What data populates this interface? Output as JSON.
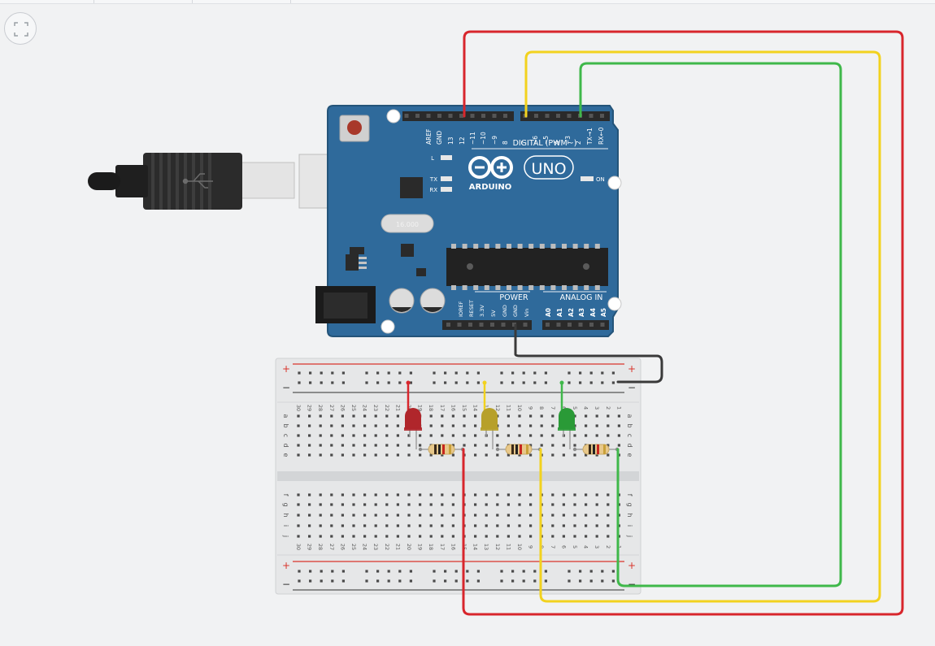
{
  "ui": {
    "fit_view_icon": "fullscreen-icon"
  },
  "board": {
    "brand": "ARDUINO",
    "model": "UNO",
    "crystal_text": "16.000",
    "digital_label": "DIGITAL (PWM~)",
    "power_label": "POWER",
    "analog_label": "ANALOG IN",
    "led_l": "L",
    "led_tx": "TX",
    "led_rx": "RX",
    "led_on": "ON",
    "digital_pins": [
      "AREF",
      "GND",
      "13",
      "12",
      "~11",
      "~10",
      "~9",
      "8",
      "7",
      "~6",
      "~5",
      "4",
      "~3",
      "2",
      "TX→1",
      "RX←0"
    ],
    "power_pins": [
      "IOREF",
      "RESET",
      "3.3V",
      "5V",
      "GND",
      "GND",
      "Vin"
    ],
    "analog_pins": [
      "A0",
      "A1",
      "A2",
      "A3",
      "A4",
      "A5"
    ]
  },
  "breadboard": {
    "plus": "+",
    "minus": "−",
    "row_letters_top": [
      "a",
      "b",
      "c",
      "d",
      "e"
    ],
    "row_letters_bottom": [
      "f",
      "g",
      "h",
      "i",
      "j"
    ],
    "column_count": 30
  },
  "components": {
    "leds": [
      {
        "name": "red-led",
        "color": "#b0262b"
      },
      {
        "name": "yellow-led",
        "color": "#b7a02a"
      },
      {
        "name": "green-led",
        "color": "#2a9a37"
      }
    ],
    "wire_colors": {
      "red": "#d8262c",
      "yellow": "#f2d21e",
      "green": "#3fb84a",
      "black": "#3a3a3a"
    }
  }
}
